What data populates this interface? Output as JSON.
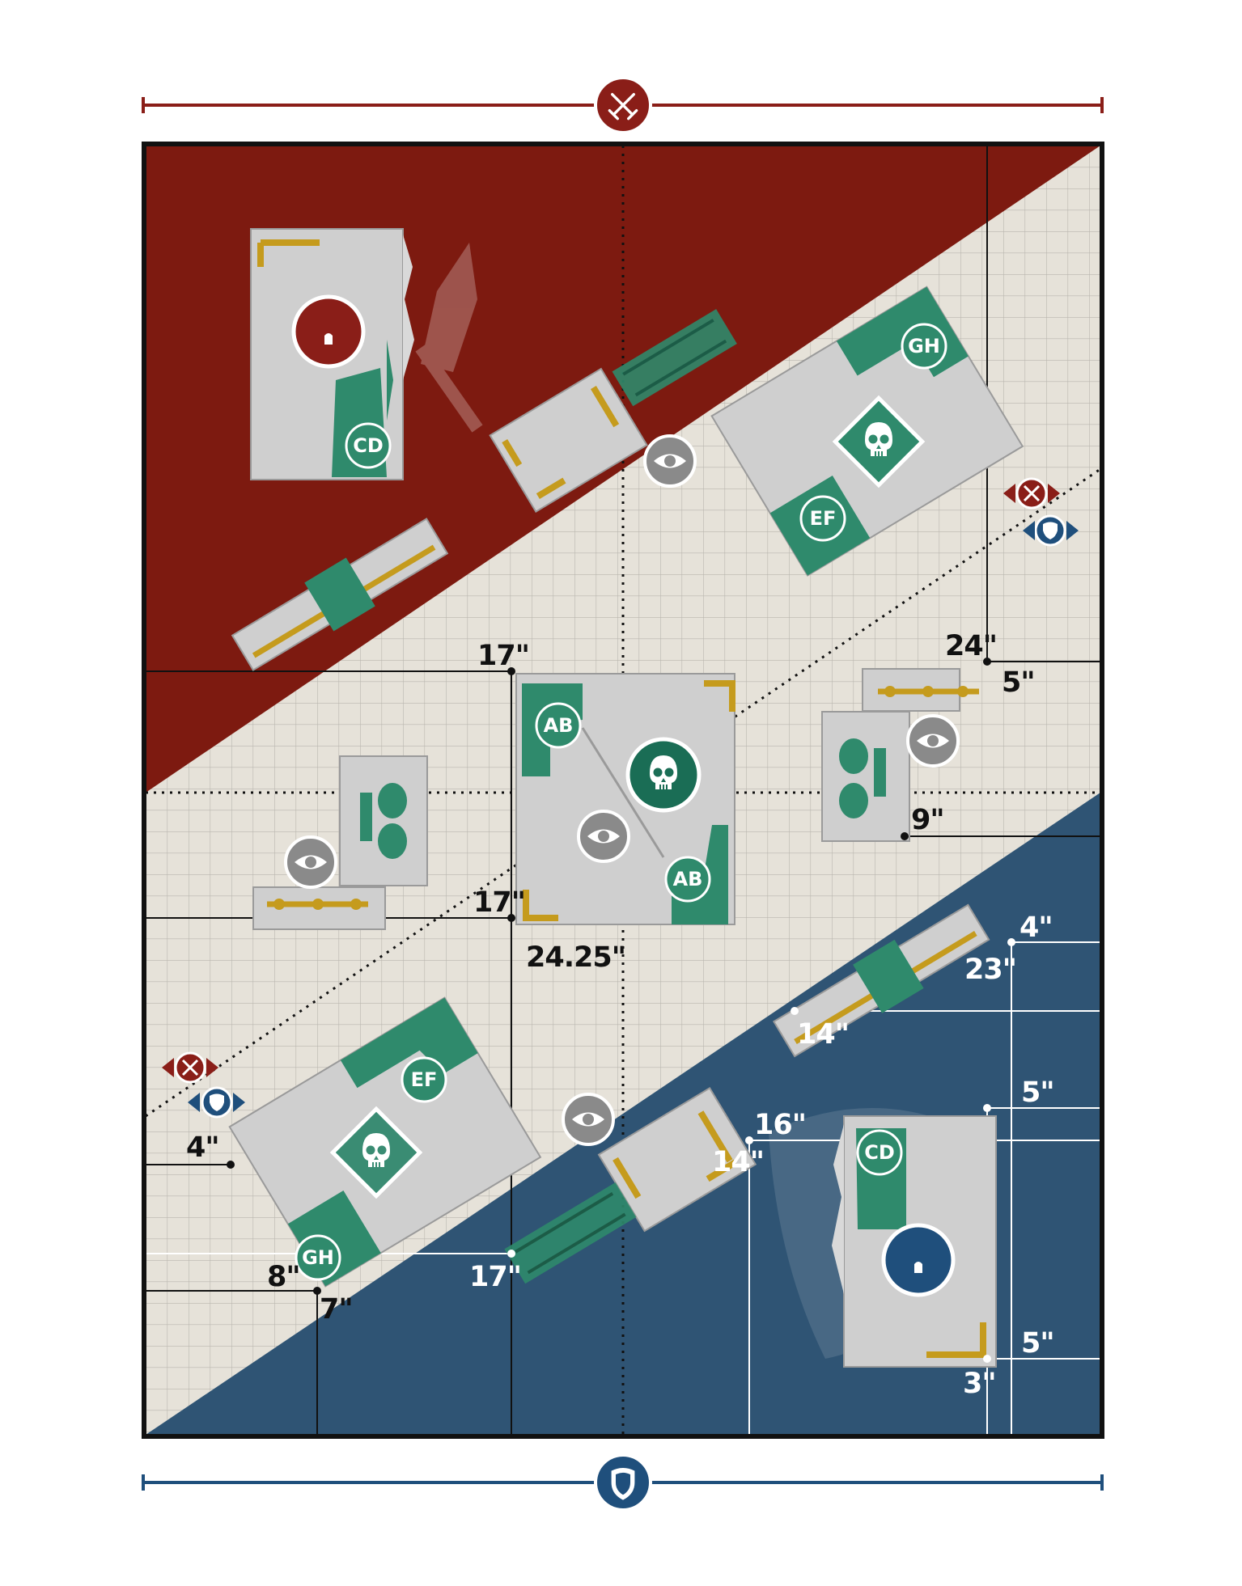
{
  "map": {
    "colors": {
      "attacker": "#7d1a10",
      "defender": "#2f5474",
      "board": "#e6e2d9",
      "frame": "#111111",
      "terrain_green": "#2f8a6c",
      "terrain_gold": "#c59b1d",
      "ruin_gray": "#cfcfcf"
    },
    "icons": {
      "attacker_edge": "crossed-swords-icon",
      "defender_edge": "shield-icon",
      "objective_home": "tower-icon",
      "objective": "skull-icon",
      "vantage": "eye-icon"
    },
    "terrain_labels": {
      "ab_top": "AB",
      "ab_bottom": "AB",
      "cd_top": "CD",
      "cd_bottom": "CD",
      "ef_top": "EF",
      "ef_bottom": "EF",
      "gh_top": "GH",
      "gh_bottom": "GH"
    },
    "measurements": {
      "m_17_top": "17\"",
      "m_17_mid": "17\"",
      "m_24_25": "24.25\"",
      "m_24": "24\"",
      "m_5_right": "5\"",
      "m_9": "9\"",
      "m_4_left": "4\"",
      "m_8": "8\"",
      "m_7": "7\"",
      "m_17_bottom": "17\"",
      "m_4_right": "4\"",
      "m_23": "23\"",
      "m_14_a": "14\"",
      "m_16": "16\"",
      "m_14_b": "14\"",
      "m_5_lower_a": "5\"",
      "m_5_lower_b": "5\"",
      "m_3": "3\""
    }
  }
}
